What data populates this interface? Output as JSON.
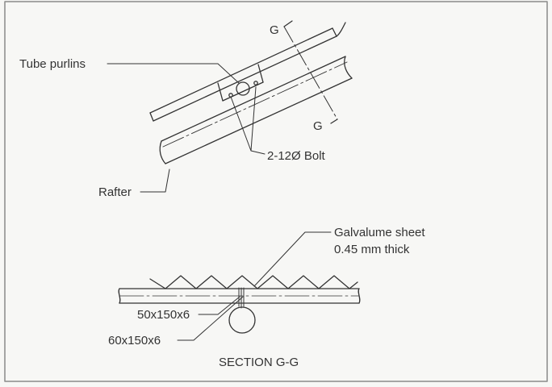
{
  "labels": {
    "tube_purlins": "Tube purlins",
    "bolt": "2-12Ø Bolt",
    "rafter": "Rafter",
    "section_top": "G",
    "section_bottom": "G",
    "sheet_line1": "Galvalume sheet",
    "sheet_line2": "0.45 mm thick",
    "plate_upper": "50x150x6",
    "plate_lower": "60x150x6",
    "section_title": "SECTION G-G"
  },
  "colors": {
    "ink": "#333333",
    "background": "#f7f7f5",
    "border": "#8a8a8a"
  }
}
